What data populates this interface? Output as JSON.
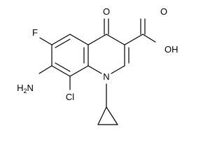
{
  "structure": {
    "name": "",
    "atom_color": "#000000",
    "bond_color": "#000000",
    "labels": {
      "oxygen_ketone": "O",
      "oxygen_carbonyl": "O",
      "hydroxyl": "OH",
      "fluorine": "F",
      "amino": "H2N",
      "chlorine": "Cl",
      "nitrogen": "N"
    }
  }
}
